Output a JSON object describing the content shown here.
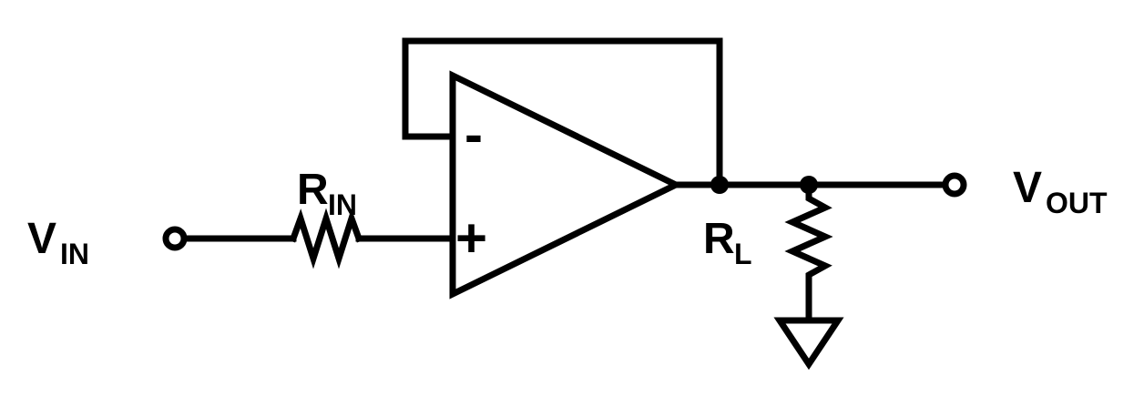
{
  "diagram": {
    "labels": {
      "vin_main": "V",
      "vin_sub": "IN",
      "rin_main": "R",
      "rin_sub": "IN",
      "rl_main": "R",
      "rl_sub": "L",
      "vout_main": "V",
      "vout_sub": "OUT"
    },
    "opamp": {
      "inverting_input": "-",
      "noninverting_input": "+"
    },
    "colors": {
      "line": "#000000",
      "background": "#ffffff"
    }
  }
}
